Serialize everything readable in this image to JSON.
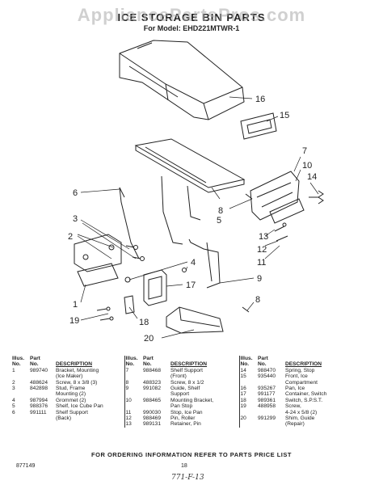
{
  "header": {
    "watermark": "AppliancePartsPros.com",
    "title": "ICE STORAGE BIN PARTS",
    "model_line": "For Model: EHD221MTWR-1"
  },
  "callouts": [
    "16",
    "15",
    "7",
    "10",
    "14",
    "6",
    "8",
    "3",
    "5",
    "13",
    "2",
    "12",
    "4",
    "11",
    "17",
    "9",
    "1",
    "8",
    "18",
    "19",
    "20"
  ],
  "table": {
    "headers": {
      "illus": "Illus.",
      "no": "No.",
      "part": "Part",
      "description": "DESCRIPTION"
    },
    "rows": [
      [
        "1",
        "989740",
        "Bracket, Mounting",
        "7",
        "988468",
        "Shelf Support",
        "14",
        "988470",
        "Spring, Stop"
      ],
      [
        "",
        "",
        "(Ice Maker)",
        "",
        "",
        "(Front)",
        "15",
        "935440",
        "Front, Ice"
      ],
      [
        "2",
        "488624",
        "Screw, 8 x 3/8 (3)",
        "8",
        "488323",
        "Screw, 8 x 1/2",
        "",
        "",
        "Compartment"
      ],
      [
        "3",
        "842898",
        "Stud, Frame",
        "9",
        "991082",
        "Guide, Shelf",
        "16",
        "935267",
        "Pan, Ice"
      ],
      [
        "",
        "",
        "Mounting (2)",
        "",
        "",
        "Support",
        "17",
        "991177",
        "Container, Switch"
      ],
      [
        "4",
        "987994",
        "Grommet (2)",
        "10",
        "988465",
        "Mounting Bracket,",
        "18",
        "989361",
        "Switch, S.P.S.T."
      ],
      [
        "5",
        "988376",
        "Shelf, Ice Cube Pan",
        "",
        "",
        "Pan Stop",
        "19",
        "488958",
        "Screw,"
      ],
      [
        "6",
        "991111",
        "Shelf Support",
        "11",
        "990030",
        "Stop, Ice Pan",
        "",
        "",
        "4-24 x 5/8 (2)"
      ],
      [
        "",
        "",
        "(Back)",
        "12",
        "988469",
        "Pin, Roller",
        "20",
        "991299",
        "Shim, Guide"
      ],
      [
        "",
        "",
        "",
        "13",
        "989131",
        "Retainer, Pin",
        "",
        "",
        "(Repair)"
      ]
    ]
  },
  "footer": {
    "note": "FOR ORDERING INFORMATION REFER TO PARTS PRICE LIST",
    "publication": "877149",
    "page": "18",
    "handwritten": "771-F-13"
  }
}
